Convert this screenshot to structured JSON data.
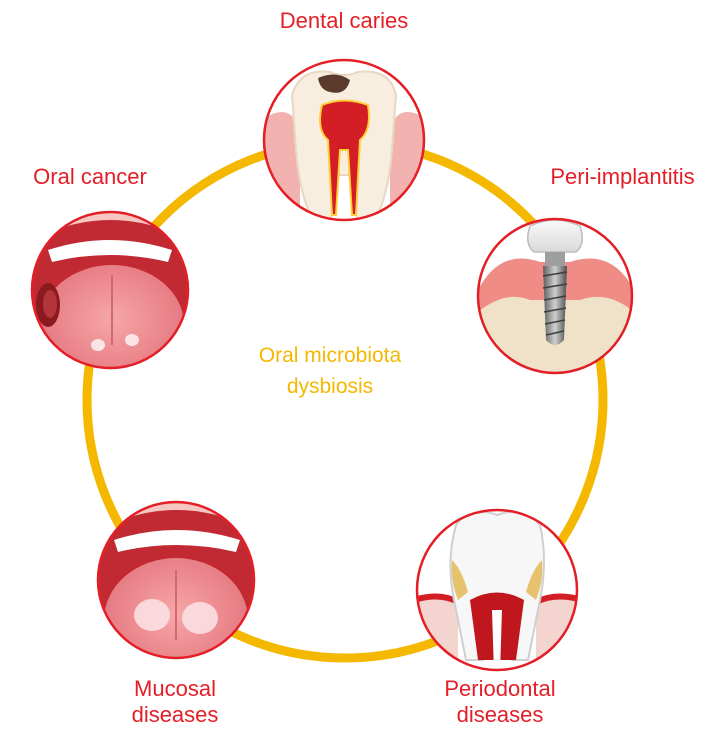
{
  "center": {
    "line1": "Oral microbiota",
    "line2": "dysbiosis"
  },
  "nodes": {
    "dental_caries": {
      "label": "Dental caries",
      "icon": "tooth-with-caries-icon"
    },
    "peri_implantitis": {
      "label": "Peri-implantitis",
      "icon": "dental-implant-icon"
    },
    "periodontal": {
      "line1": "Periodontal",
      "line2": "diseases",
      "icon": "periodontal-tooth-icon"
    },
    "mucosal": {
      "line1": "Mucosal",
      "line2": "diseases",
      "icon": "tongue-mucosal-lesion-icon"
    },
    "oral_cancer": {
      "label": "Oral cancer",
      "icon": "tongue-tumor-icon"
    }
  },
  "colors": {
    "ring": "#f5b800",
    "label": "#e41e26",
    "circle_border": "#e41e26",
    "center_text": "#f5b800"
  }
}
